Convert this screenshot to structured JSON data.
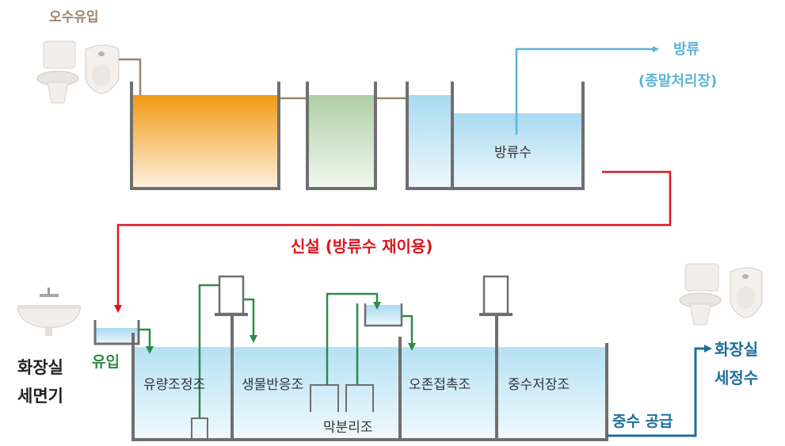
{
  "top": {
    "inflow_label": "오수유입",
    "discharge_label": "방류",
    "discharge_dest": "(종말처리장)",
    "effluent_tank": "방류수"
  },
  "middle": {
    "new_pipe_label": "신설 (방류수 재이용)"
  },
  "bottom": {
    "inflow_label": "유입",
    "source_line1": "화장실",
    "source_line2": "세면기",
    "tanks": [
      "유량조정조",
      "생물반응조",
      "막분리조",
      "오존접촉조",
      "중수저장조"
    ],
    "supply_label": "중수 공급",
    "dest_line1": "화장실",
    "dest_line2": "세정수"
  },
  "colors": {
    "sewage_pipe": "#a0856a",
    "discharge_line": "#5bb4d9",
    "new_pipe": "#e0141e",
    "process_line": "#2e8b4a",
    "supply_line": "#1f6e9c",
    "wall": "#6f6f6f"
  }
}
